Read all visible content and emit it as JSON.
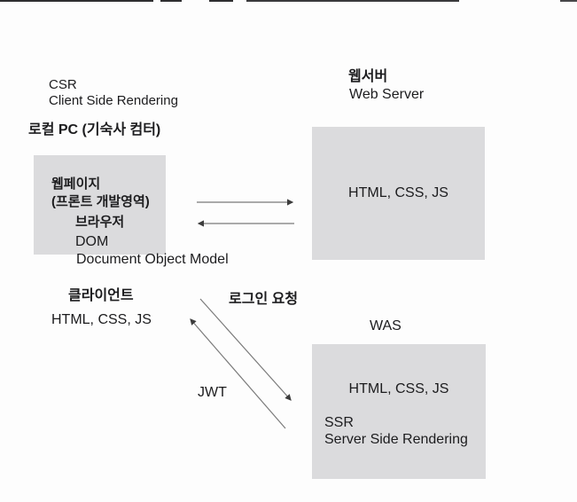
{
  "colors": {
    "background": "#fdfdfd",
    "box_fill": "#dbdbdd",
    "text": "#1c1c1e",
    "arrow_line": "#7a7a7a",
    "arrow_head": "#3c3c3c"
  },
  "csr_section": {
    "title": "CSR",
    "subtitle": "Client Side Rendering"
  },
  "local_pc": {
    "label": "로컬 PC (기숙사 컴터)"
  },
  "client_pc_box": {
    "line1": "웹페이지",
    "line2": "(프론트 개발영역)",
    "line3": "브라우저",
    "line4": "DOM",
    "line5": "Document Object Model"
  },
  "web_server": {
    "title_ko": "웹서버",
    "title_en": "Web Server",
    "box_content": "HTML, CSS, JS"
  },
  "client": {
    "title": "클라이언트",
    "content": "HTML, CSS, JS"
  },
  "login_request": {
    "label": "로그인 요청"
  },
  "jwt": {
    "label": "JWT"
  },
  "was": {
    "title": "WAS",
    "box_line1": "HTML, CSS, JS",
    "box_line2": "SSR",
    "box_line3": "Server Side Rendering"
  }
}
